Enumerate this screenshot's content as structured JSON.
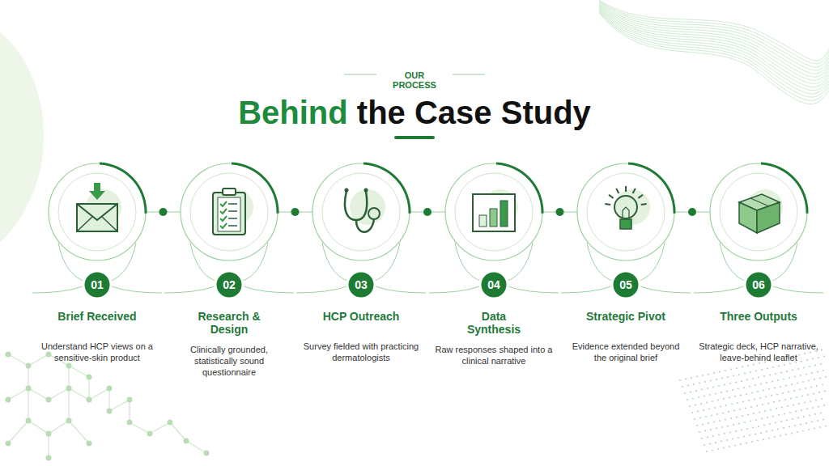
{
  "diagram": {
    "title": "Behind the Case Study",
    "nodes": [
      {
        "text": [
          "01",
          "Brief Received",
          "Understand HCP views on a sensitive-skin product"
        ]
      },
      {
        "text": [
          "02",
          "Research & Design",
          "Clinically grounded, statistically sound questionnaire"
        ]
      },
      {
        "text": [
          "03",
          "HCP Outreach",
          "Survey fielded with practicing dermatologists"
        ]
      },
      {
        "text": [
          "04",
          "Data Synthesis",
          "Raw responses shaped into a clinical narrative"
        ]
      },
      {
        "text": [
          "05",
          "Strategic Pivot",
          "Evidence extended beyond the original brief"
        ]
      },
      {
        "text": [
          "06",
          "Three Outputs",
          "Strategic deck, HCP narrative, leave-behind leaflet"
        ]
      }
    ],
    "edges": [
      {
        "from": 0,
        "to": 1,
        "arrow": "none"
      },
      {
        "from": 1,
        "to": 2,
        "arrow": "none"
      },
      {
        "from": 2,
        "to": 3,
        "arrow": "none"
      },
      {
        "from": 3,
        "to": 4,
        "arrow": "none"
      },
      {
        "from": 4,
        "to": 5,
        "arrow": "none"
      }
    ],
    "labels": [
      "OUR PROCESS"
    ]
  }
}
